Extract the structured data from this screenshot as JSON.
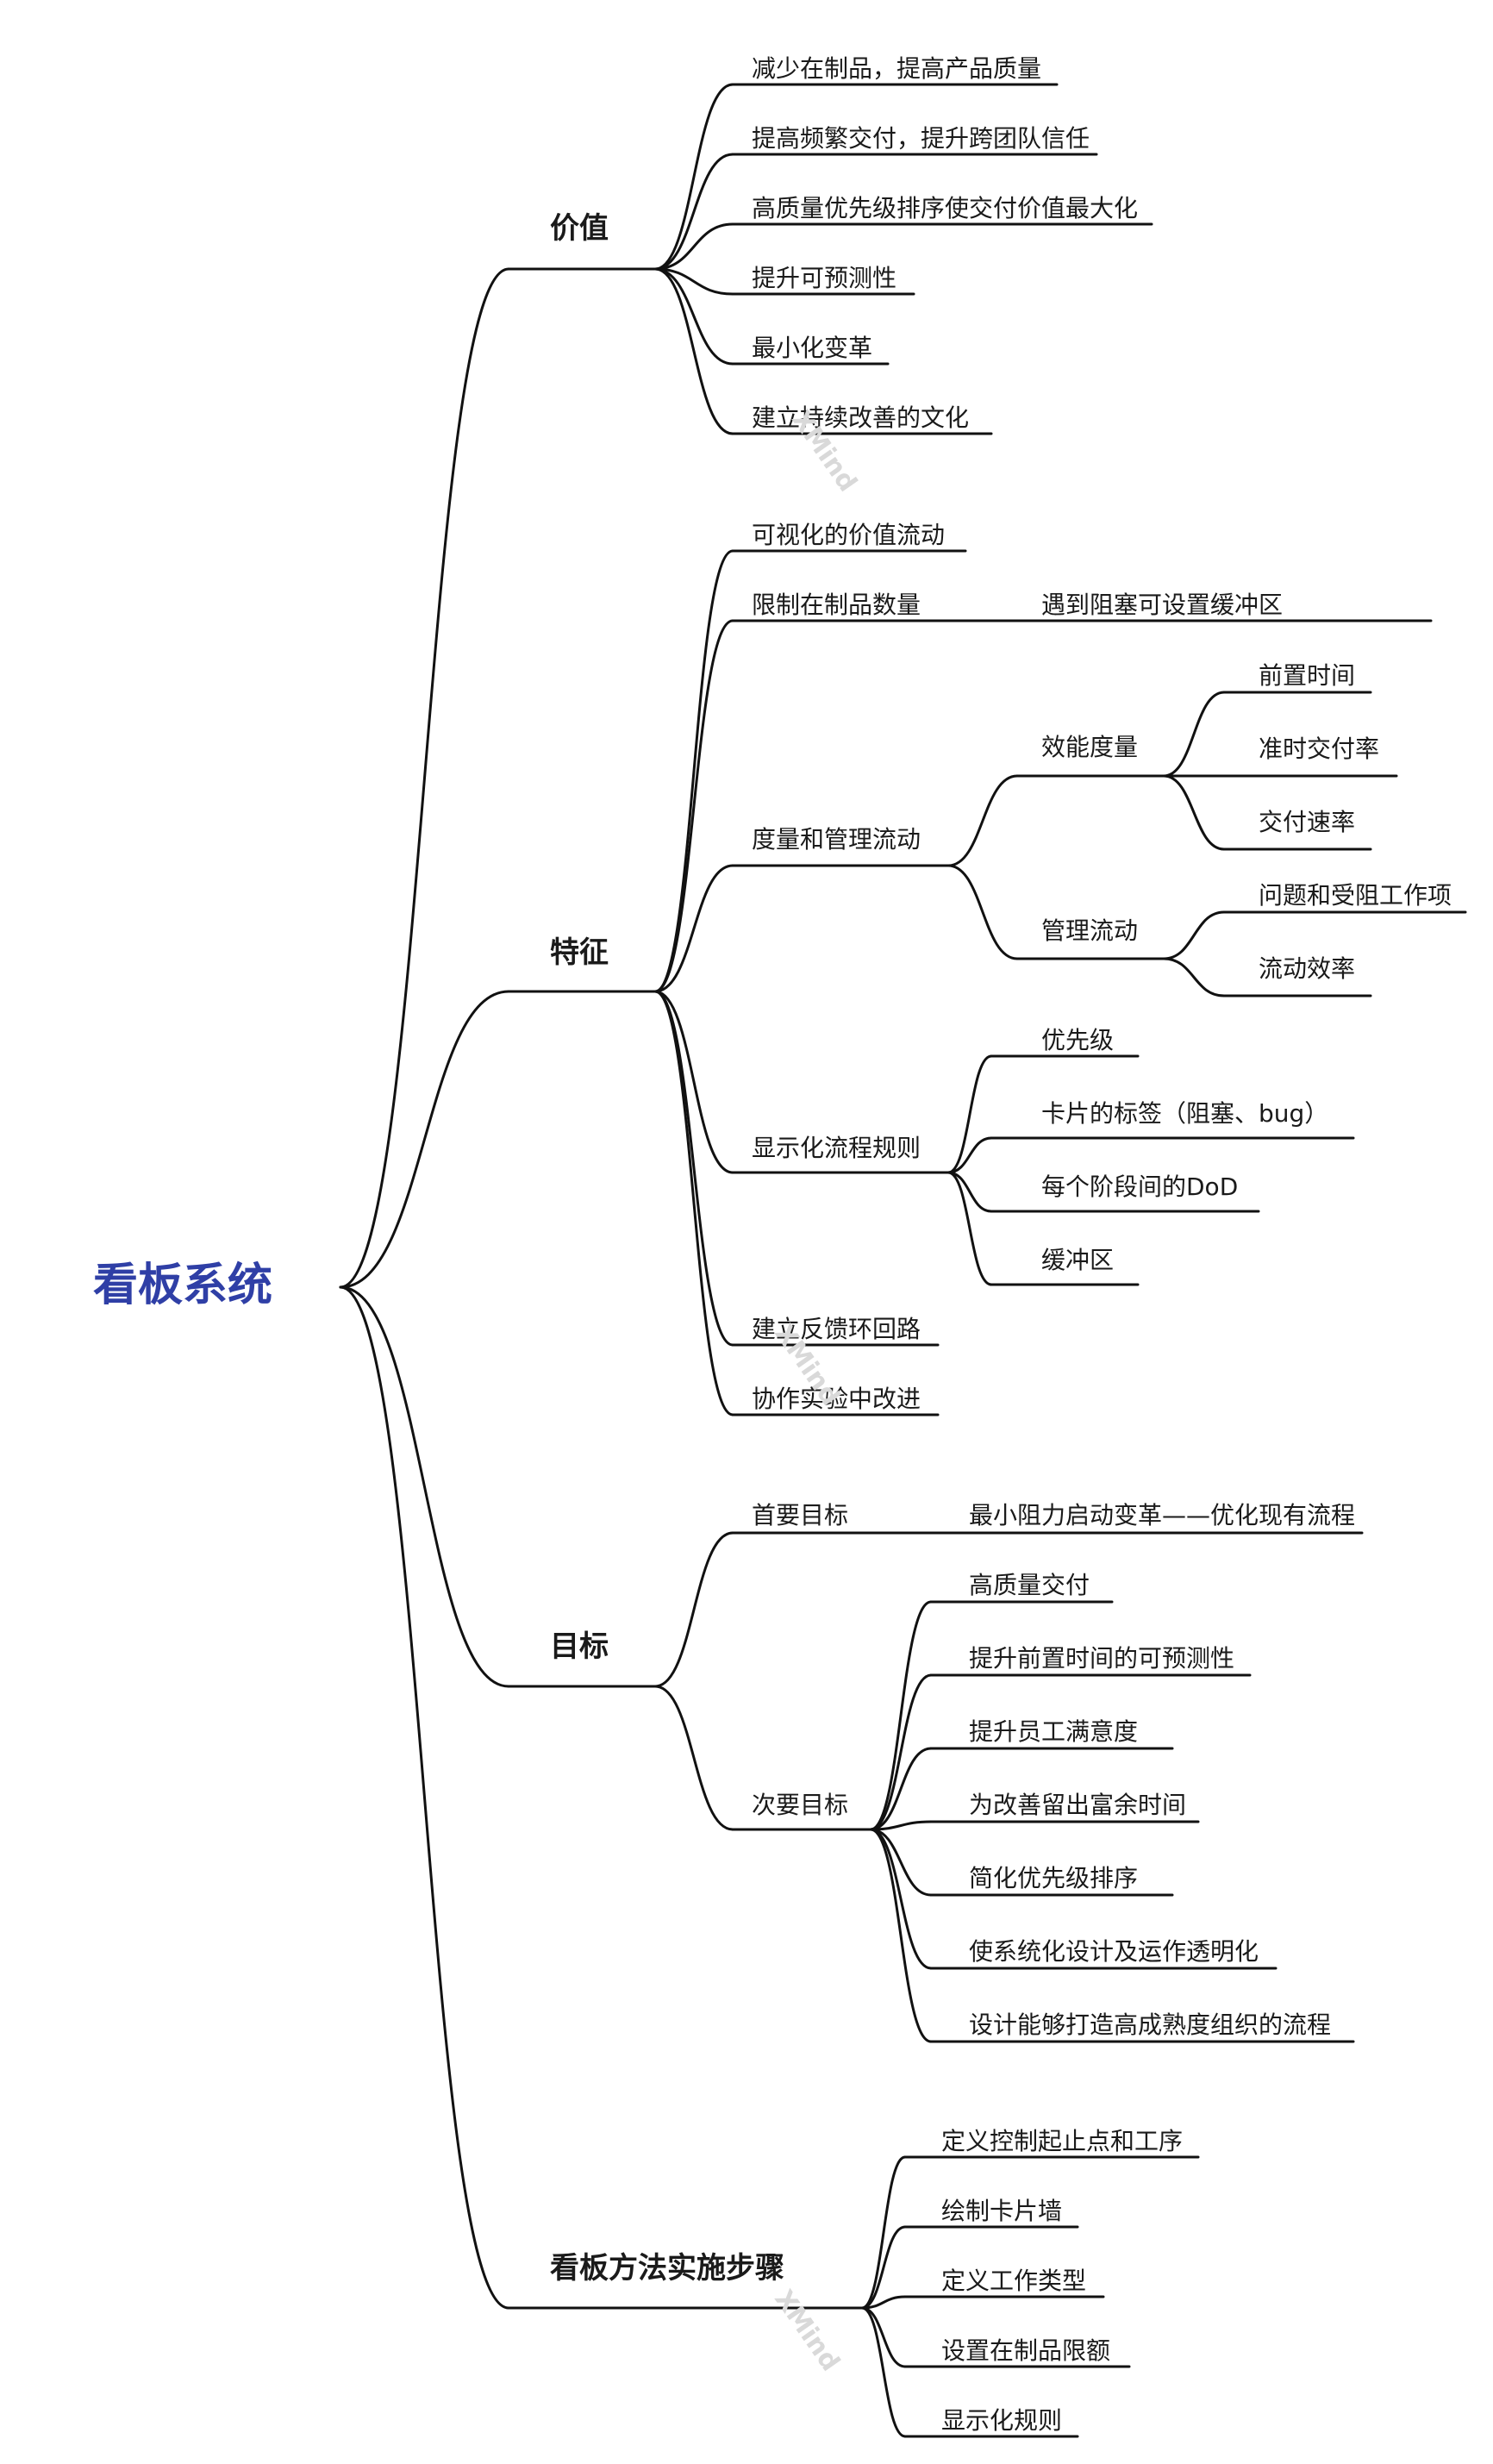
{
  "root": "看板系统",
  "watermark": "XMind",
  "branches": [
    {
      "label": "价值",
      "children": [
        {
          "label": "减少在制品，提高产品质量"
        },
        {
          "label": "提高频繁交付，提升跨团队信任"
        },
        {
          "label": "高质量优先级排序使交付价值最大化"
        },
        {
          "label": "提升可预测性"
        },
        {
          "label": "最小化变革"
        },
        {
          "label": "建立持续改善的文化"
        }
      ]
    },
    {
      "label": "特征",
      "children": [
        {
          "label": "可视化的价值流动"
        },
        {
          "label": "限制在制品数量",
          "children": [
            {
              "label": "遇到阻塞可设置缓冲区"
            }
          ]
        },
        {
          "label": "度量和管理流动",
          "children": [
            {
              "label": "效能度量",
              "children": [
                {
                  "label": "前置时间"
                },
                {
                  "label": "准时交付率"
                },
                {
                  "label": "交付速率"
                }
              ]
            },
            {
              "label": "管理流动",
              "children": [
                {
                  "label": "问题和受阻工作项"
                },
                {
                  "label": "流动效率"
                }
              ]
            }
          ]
        },
        {
          "label": "显示化流程规则",
          "children": [
            {
              "label": "优先级"
            },
            {
              "label": "卡片的标签（阻塞、bug）"
            },
            {
              "label": "每个阶段间的DoD"
            },
            {
              "label": "缓冲区"
            }
          ]
        },
        {
          "label": "建立反馈环回路"
        },
        {
          "label": "协作实验中改进"
        }
      ]
    },
    {
      "label": "目标",
      "children": [
        {
          "label": "首要目标",
          "children": [
            {
              "label": "最小阻力启动变革——优化现有流程"
            }
          ]
        },
        {
          "label": "次要目标",
          "children": [
            {
              "label": "高质量交付"
            },
            {
              "label": "提升前置时间的可预测性"
            },
            {
              "label": "提升员工满意度"
            },
            {
              "label": "为改善留出富余时间"
            },
            {
              "label": "简化优先级排序"
            },
            {
              "label": "使系统化设计及运作透明化"
            },
            {
              "label": "设计能够打造高成熟度组织的流程"
            }
          ]
        }
      ]
    },
    {
      "label": "看板方法实施步骤",
      "children": [
        {
          "label": "定义控制起止点和工序"
        },
        {
          "label": "绘制卡片墙"
        },
        {
          "label": "定义工作类型"
        },
        {
          "label": "设置在制品限额"
        },
        {
          "label": "显示化规则"
        }
      ]
    }
  ]
}
